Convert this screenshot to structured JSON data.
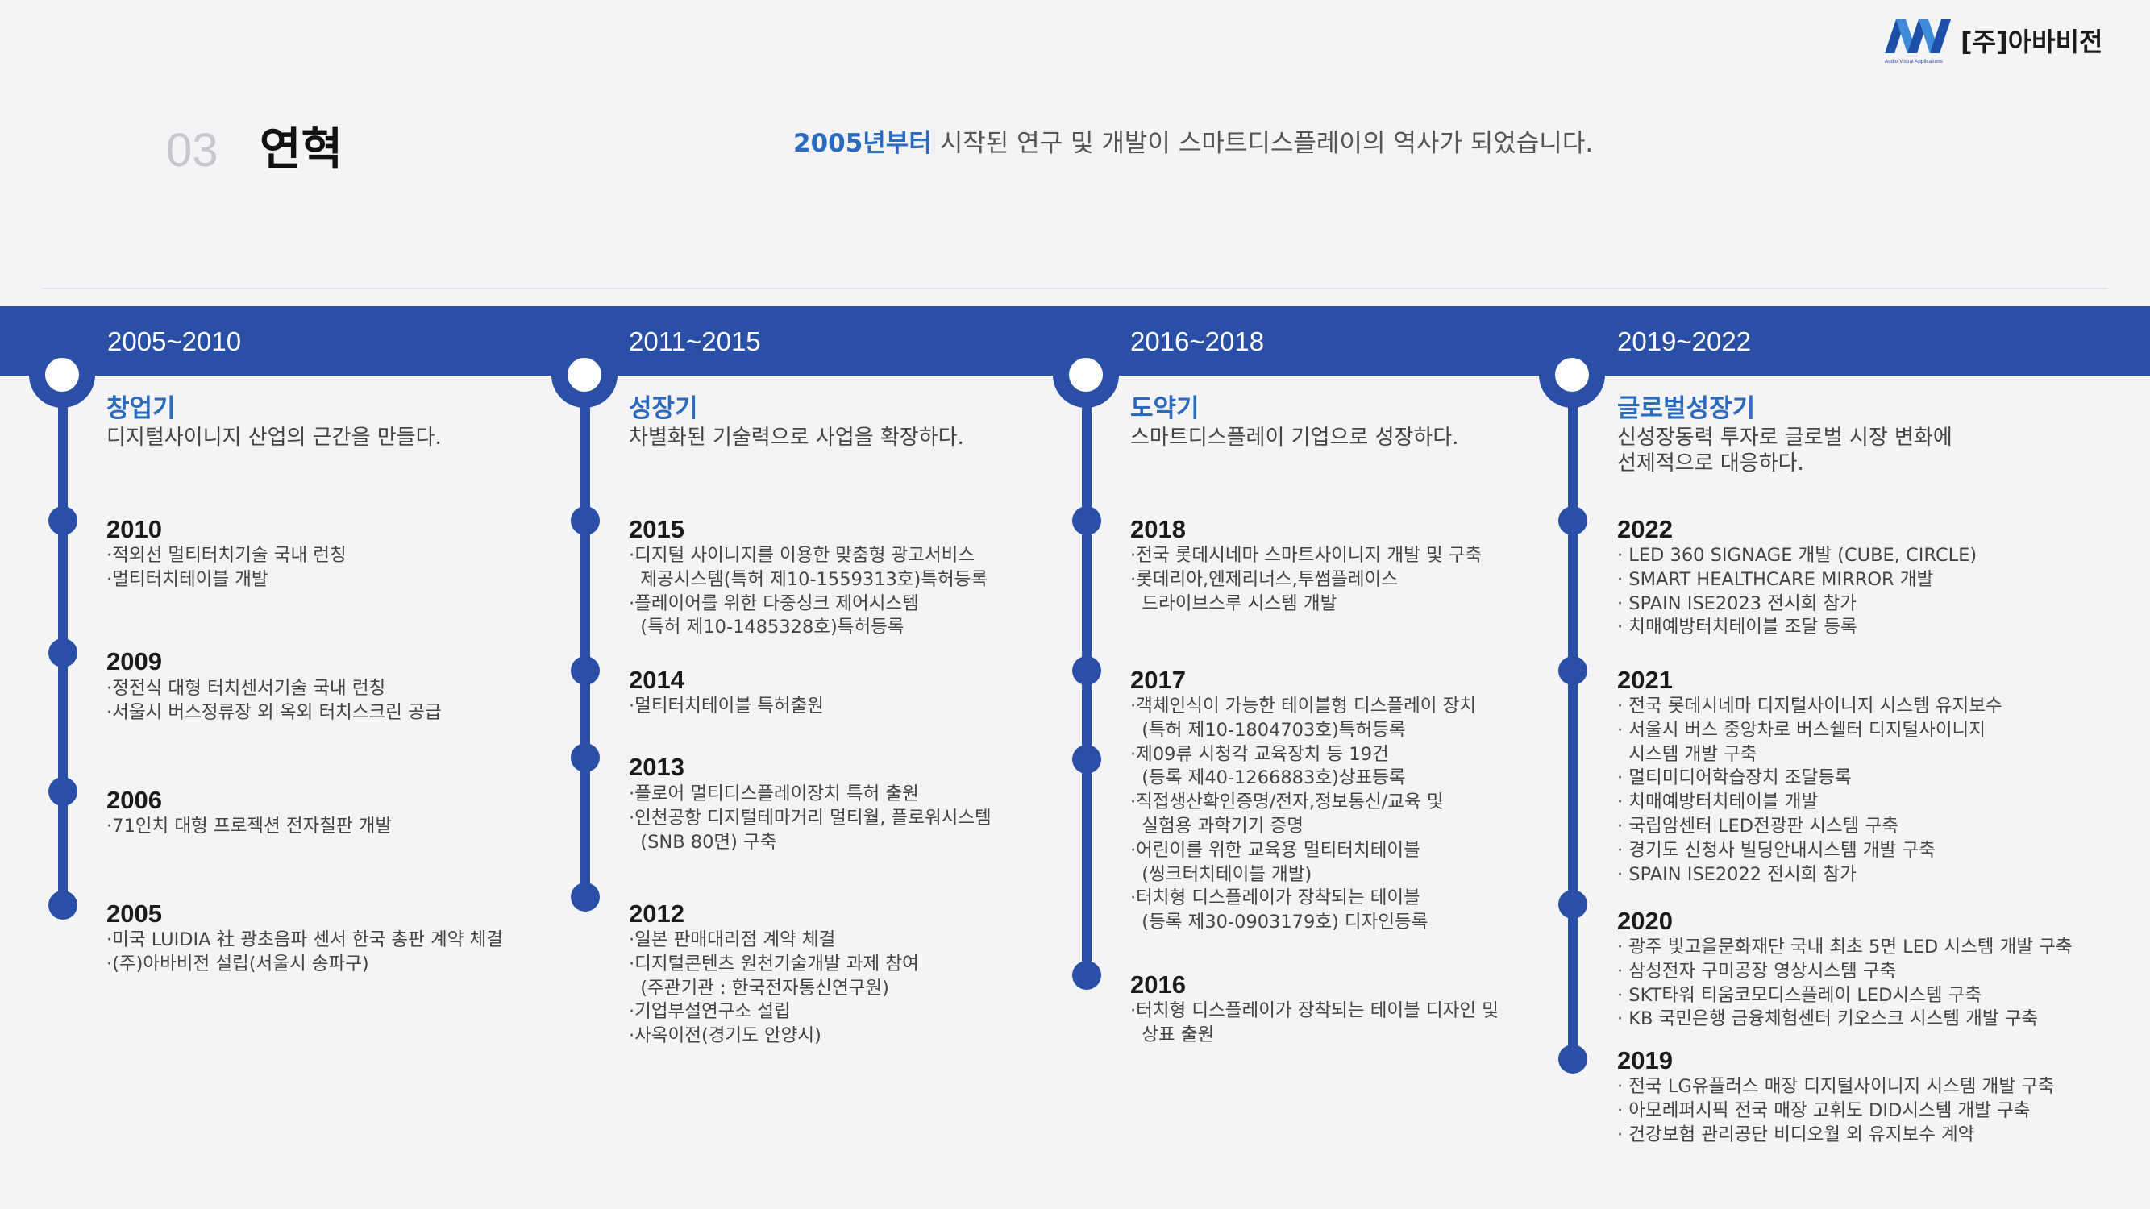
{
  "header": {
    "logo_mark": "AVA",
    "logo_sub": "Audio Visual Applications",
    "company": "[주]아바비전",
    "section_number": "03",
    "section_title": "연혁",
    "tagline_highlight": "2005년부터",
    "tagline_rest": " 시작된 연구 및 개발이 스마트디스플레이의 역사가 되었습니다."
  },
  "colors": {
    "accent": "#2a4fa6",
    "highlight": "#2a6bbf",
    "background": "#f4f4f6"
  },
  "columns": [
    {
      "period": "2005~2010",
      "stage": "창업기",
      "stage_desc": "디지털사이니지 산업의 근간을 만들다.",
      "years": [
        {
          "year": "2010",
          "items": [
            "·적외선 멀티터치기술 국내 런칭",
            "·멀티터치테이블 개발"
          ]
        },
        {
          "year": "2009",
          "items": [
            "·정전식 대형 터치센서기술 국내 런칭",
            "·서울시 버스정류장 외 옥외 터치스크린 공급"
          ]
        },
        {
          "year": "2006",
          "items": [
            "·71인치 대형 프로젝션 전자칠판 개발"
          ]
        },
        {
          "year": "2005",
          "items": [
            "·미국 LUIDIA 社 광초음파 센서 한국 총판 계약 체결",
            "·(주)아바비전 설립(서울시 송파구)"
          ]
        }
      ]
    },
    {
      "period": "2011~2015",
      "stage": "성장기",
      "stage_desc": "차별화된 기술력으로 사업을 확장하다.",
      "years": [
        {
          "year": "2015",
          "items": [
            "·디지털 사이니지를 이용한 맞춤형 광고서비스",
            "  제공시스템(특허 제10-1559313호)특허등록",
            "·플레이어를 위한 다중싱크 제어시스템",
            "  (특허 제10-1485328호)특허등록"
          ]
        },
        {
          "year": "2014",
          "items": [
            "·멀티터치테이블 특허출원"
          ]
        },
        {
          "year": "2013",
          "items": [
            "·플로어 멀티디스플레이장치 특허 출원",
            "·인천공항 디지털테마거리 멀티월, 플로워시스템",
            "  (SNB 80면) 구축"
          ]
        },
        {
          "year": "2012",
          "items": [
            "·일본 판매대리점 계약 체결",
            "·디지털콘텐츠 원천기술개발 과제 참여",
            "  (주관기관 : 한국전자통신연구원)",
            "·기업부설연구소 설립",
            "·사옥이전(경기도 안양시)"
          ]
        }
      ]
    },
    {
      "period": "2016~2018",
      "stage": "도약기",
      "stage_desc": "스마트디스플레이 기업으로 성장하다.",
      "years": [
        {
          "year": "2018",
          "items": [
            "·전국 롯데시네마 스마트사이니지 개발 및 구축",
            "·롯데리아,엔제리너스,투썸플레이스",
            "  드라이브스루 시스템 개발"
          ]
        },
        {
          "year": "2017",
          "items": [
            "·객체인식이 가능한 테이블형 디스플레이 장치",
            "  (특허 제10-1804703호)특허등록",
            "·제09류 시청각 교육장치 등 19건",
            "  (등록 제40-1266883호)상표등록",
            "·직접생산확인증명/전자,정보통신/교육 및",
            "  실험용 과학기기 증명",
            "·어린이를 위한 교육용 멀티터치테이블",
            "  (씽크터치테이블 개발)",
            "·터치형 디스플레이가 장착되는 테이블",
            "  (등록 제30-0903179호) 디자인등록"
          ]
        },
        {
          "year": "2016",
          "items": [
            "·터치형 디스플레이가 장착되는 테이블 디자인 및",
            "  상표 출원"
          ]
        }
      ]
    },
    {
      "period": "2019~2022",
      "stage": "글로벌성장기",
      "stage_desc": "신성장동력 투자로 글로벌 시장 변화에 선제적으로 대응하다.",
      "years": [
        {
          "year": "2022",
          "items": [
            "· LED 360 SIGNAGE 개발 (CUBE, CIRCLE)",
            "· SMART HEALTHCARE MIRROR 개발",
            "· SPAIN ISE2023 전시회 참가",
            "· 치매예방터치테이블 조달 등록"
          ]
        },
        {
          "year": "2021",
          "items": [
            "· 전국 롯데시네마 디지털사이니지 시스템 유지보수",
            "· 서울시 버스 중앙차로 버스쉘터 디지털사이니지",
            "  시스템 개발 구축",
            "· 멀티미디어학습장치 조달등록",
            "· 치매예방터치테이블 개발",
            "· 국립암센터 LED전광판 시스템 구축",
            "· 경기도 신청사 빌딩안내시스템 개발 구축",
            "· SPAIN ISE2022 전시회 참가"
          ]
        },
        {
          "year": "2020",
          "items": [
            "· 광주 빛고을문화재단 국내 최초 5면 LED 시스템 개발 구축",
            "· 삼성전자 구미공장 영상시스템 구축",
            "· SKT타워 티움코모디스플레이 LED시스템 구축",
            "· KB 국민은행 금융체험센터 키오스크 시스템 개발 구축"
          ]
        },
        {
          "year": "2019",
          "items": [
            "· 전국 LG유플러스 매장 디지털사이니지 시스템 개발 구축",
            "· 아모레퍼시픽 전국 매장 고휘도 DID시스템 개발 구축",
            "· 건강보험 관리공단 비디오월 외 유지보수 계약"
          ]
        }
      ]
    }
  ]
}
